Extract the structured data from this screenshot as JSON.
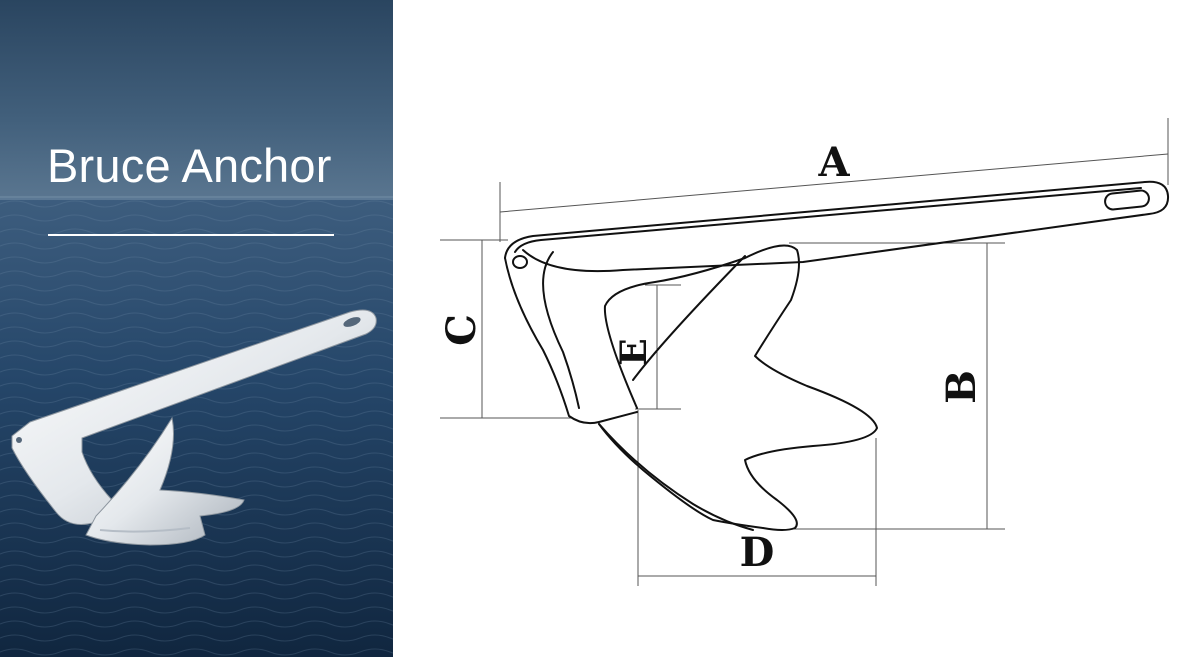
{
  "banner": {
    "title": "Bruce Anchor"
  },
  "diagram": {
    "dimension_labels": {
      "a": "A",
      "b": "B",
      "c": "C",
      "d": "D",
      "e": "E"
    },
    "colors": {
      "outline": "#111111",
      "dimension_line": "#555555",
      "sea_dark": "#1b3352",
      "sea_light": "#3a5f84"
    }
  }
}
